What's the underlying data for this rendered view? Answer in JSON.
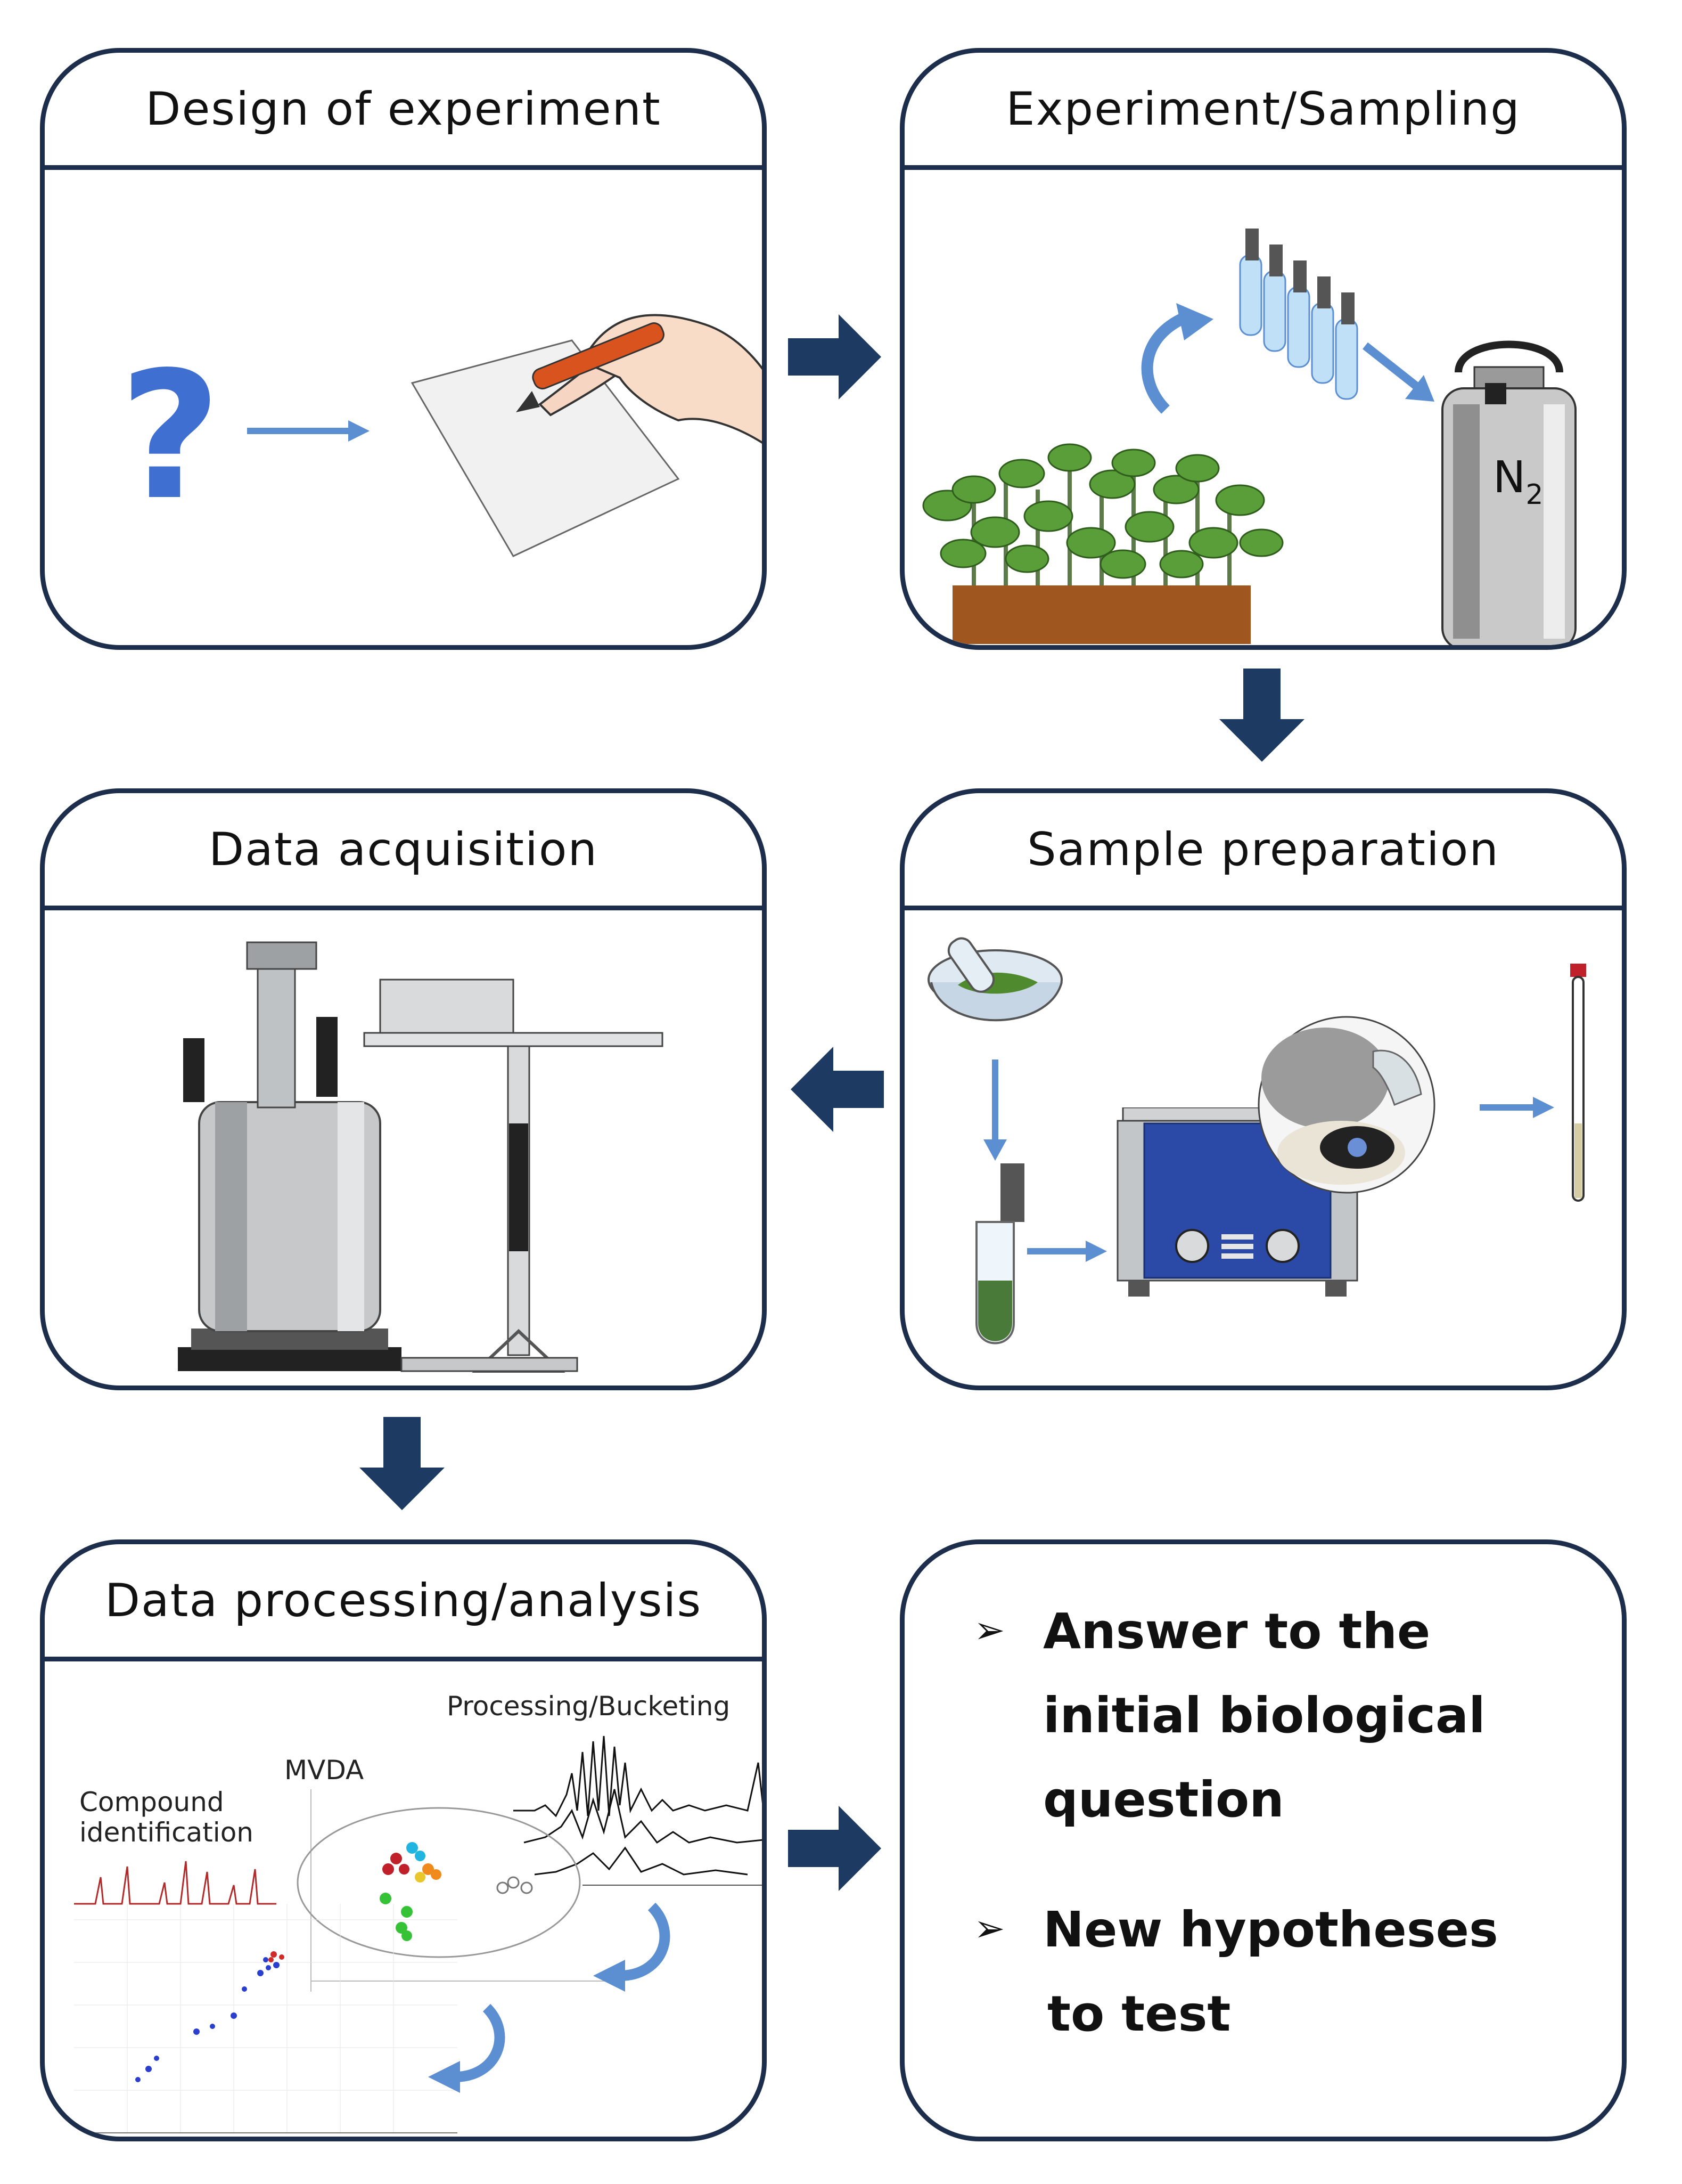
{
  "panels": {
    "design": {
      "title": "Design of experiment",
      "question_mark": "?"
    },
    "experiment": {
      "title": "Experiment/Sampling",
      "dewar_label": "N",
      "dewar_sub": "2"
    },
    "sample_prep": {
      "title": "Sample preparation"
    },
    "acquisition": {
      "title": "Data acquisition"
    },
    "processing": {
      "title": "Data processing/analysis",
      "label_processing": "Processing/Bucketing",
      "label_mvda": "MVDA",
      "label_compound_1": "Compound",
      "label_compound_2": "identification"
    },
    "outcome": {
      "bullet_mark": "➢",
      "answer_line1": "Answer to the",
      "answer_line2": "initial biological",
      "answer_line3": "question",
      "hyp_line1": "New hypotheses",
      "hyp_line2": "to test"
    }
  },
  "colors": {
    "border": "#1d2e4c",
    "flow_arrow": "#1d3a63",
    "light_arrow": "#5b8fd1",
    "sonicator": "#2b4aa8",
    "soil": "#a0561f",
    "leaf": "#5a9e3a"
  },
  "icons": [
    "question-mark-icon",
    "hand-pen-icon",
    "plant-tray-icon",
    "sample-tubes-icon",
    "nitrogen-dewar-icon",
    "mortar-icon",
    "falcon-tube-icon",
    "sonicator-icon",
    "centrifuge-icon",
    "nmr-tube-icon",
    "nmr-spectrometer-icon",
    "spectrum-plot-icon",
    "pca-plot-icon"
  ]
}
